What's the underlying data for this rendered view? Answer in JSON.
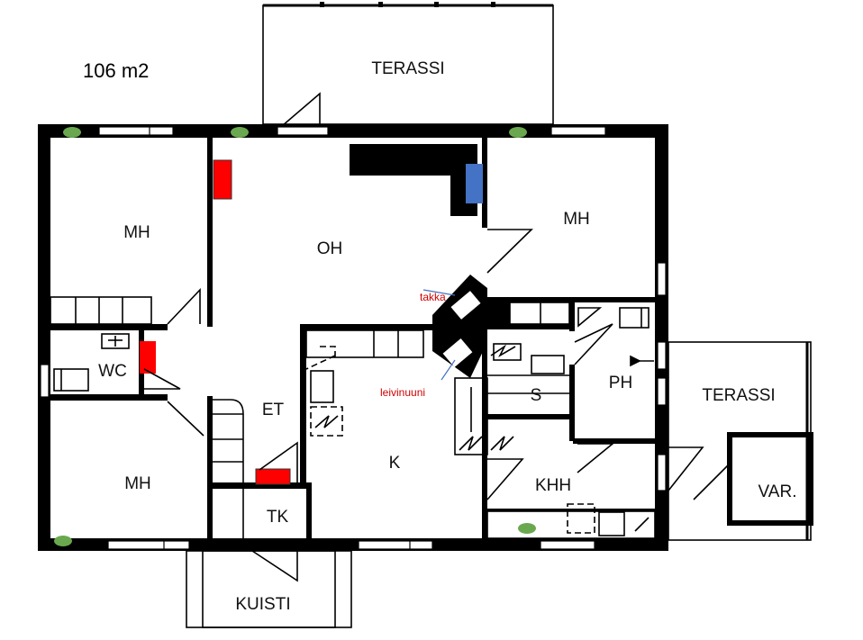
{
  "plan": {
    "area_label": "106 m2",
    "rooms": {
      "terrace_top": "TERASSI",
      "bedroom_top_left": "MH",
      "living_room": "OH",
      "bedroom_top_right": "MH",
      "wc": "WC",
      "hall": "ET",
      "bedroom_bottom_left": "MH",
      "kitchen": "K",
      "closet": "TK",
      "sauna": "S",
      "bathroom": "PH",
      "utility_room": "KHH",
      "terrace_right": "TERASSI",
      "storage": "VAR.",
      "porch": "KUISTI"
    },
    "annotations": {
      "fireplace": "takka",
      "bread_oven": "leivinuuni"
    },
    "colors": {
      "radiator": "#ff0000",
      "heat_unit": "#4472c4",
      "detector": "#6aa84f",
      "wall": "#000000",
      "annotation": "#d00000"
    }
  }
}
